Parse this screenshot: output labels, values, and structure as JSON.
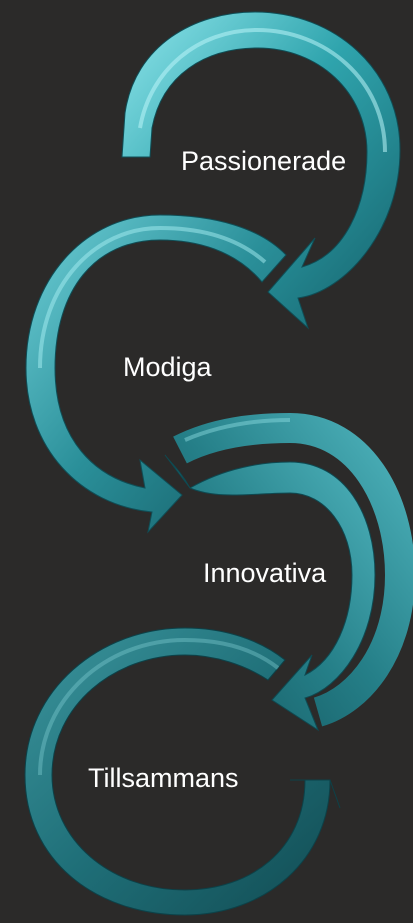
{
  "diagram": {
    "steps": [
      {
        "label": "Passionerade"
      },
      {
        "label": "Modiga"
      },
      {
        "label": "Innovativa"
      },
      {
        "label": "Tillsammans"
      }
    ],
    "colors": {
      "background": "#2b2a29",
      "arrow_light": "#6fd3dc",
      "arrow_mid": "#2f9ea8",
      "arrow_dark": "#1b6670",
      "text": "#ffffff"
    }
  }
}
